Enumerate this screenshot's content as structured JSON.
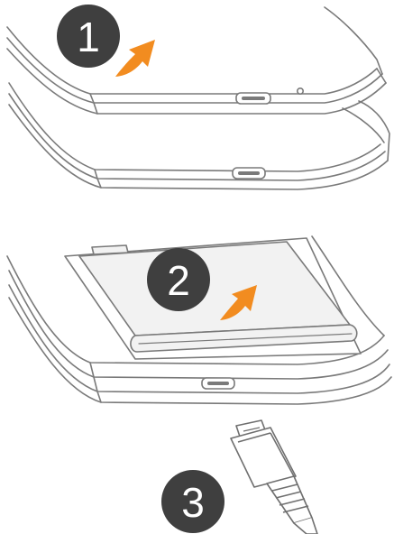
{
  "steps": [
    {
      "number": "1"
    },
    {
      "number": "2"
    },
    {
      "number": "3"
    }
  ],
  "colors": {
    "step_circle": "#3f3f3f",
    "step_text": "#ffffff",
    "arrow": "#f28c20",
    "line": "#7a7a7a",
    "battery_fill": "#f2f2f2",
    "device_fill": "#ffffff"
  }
}
